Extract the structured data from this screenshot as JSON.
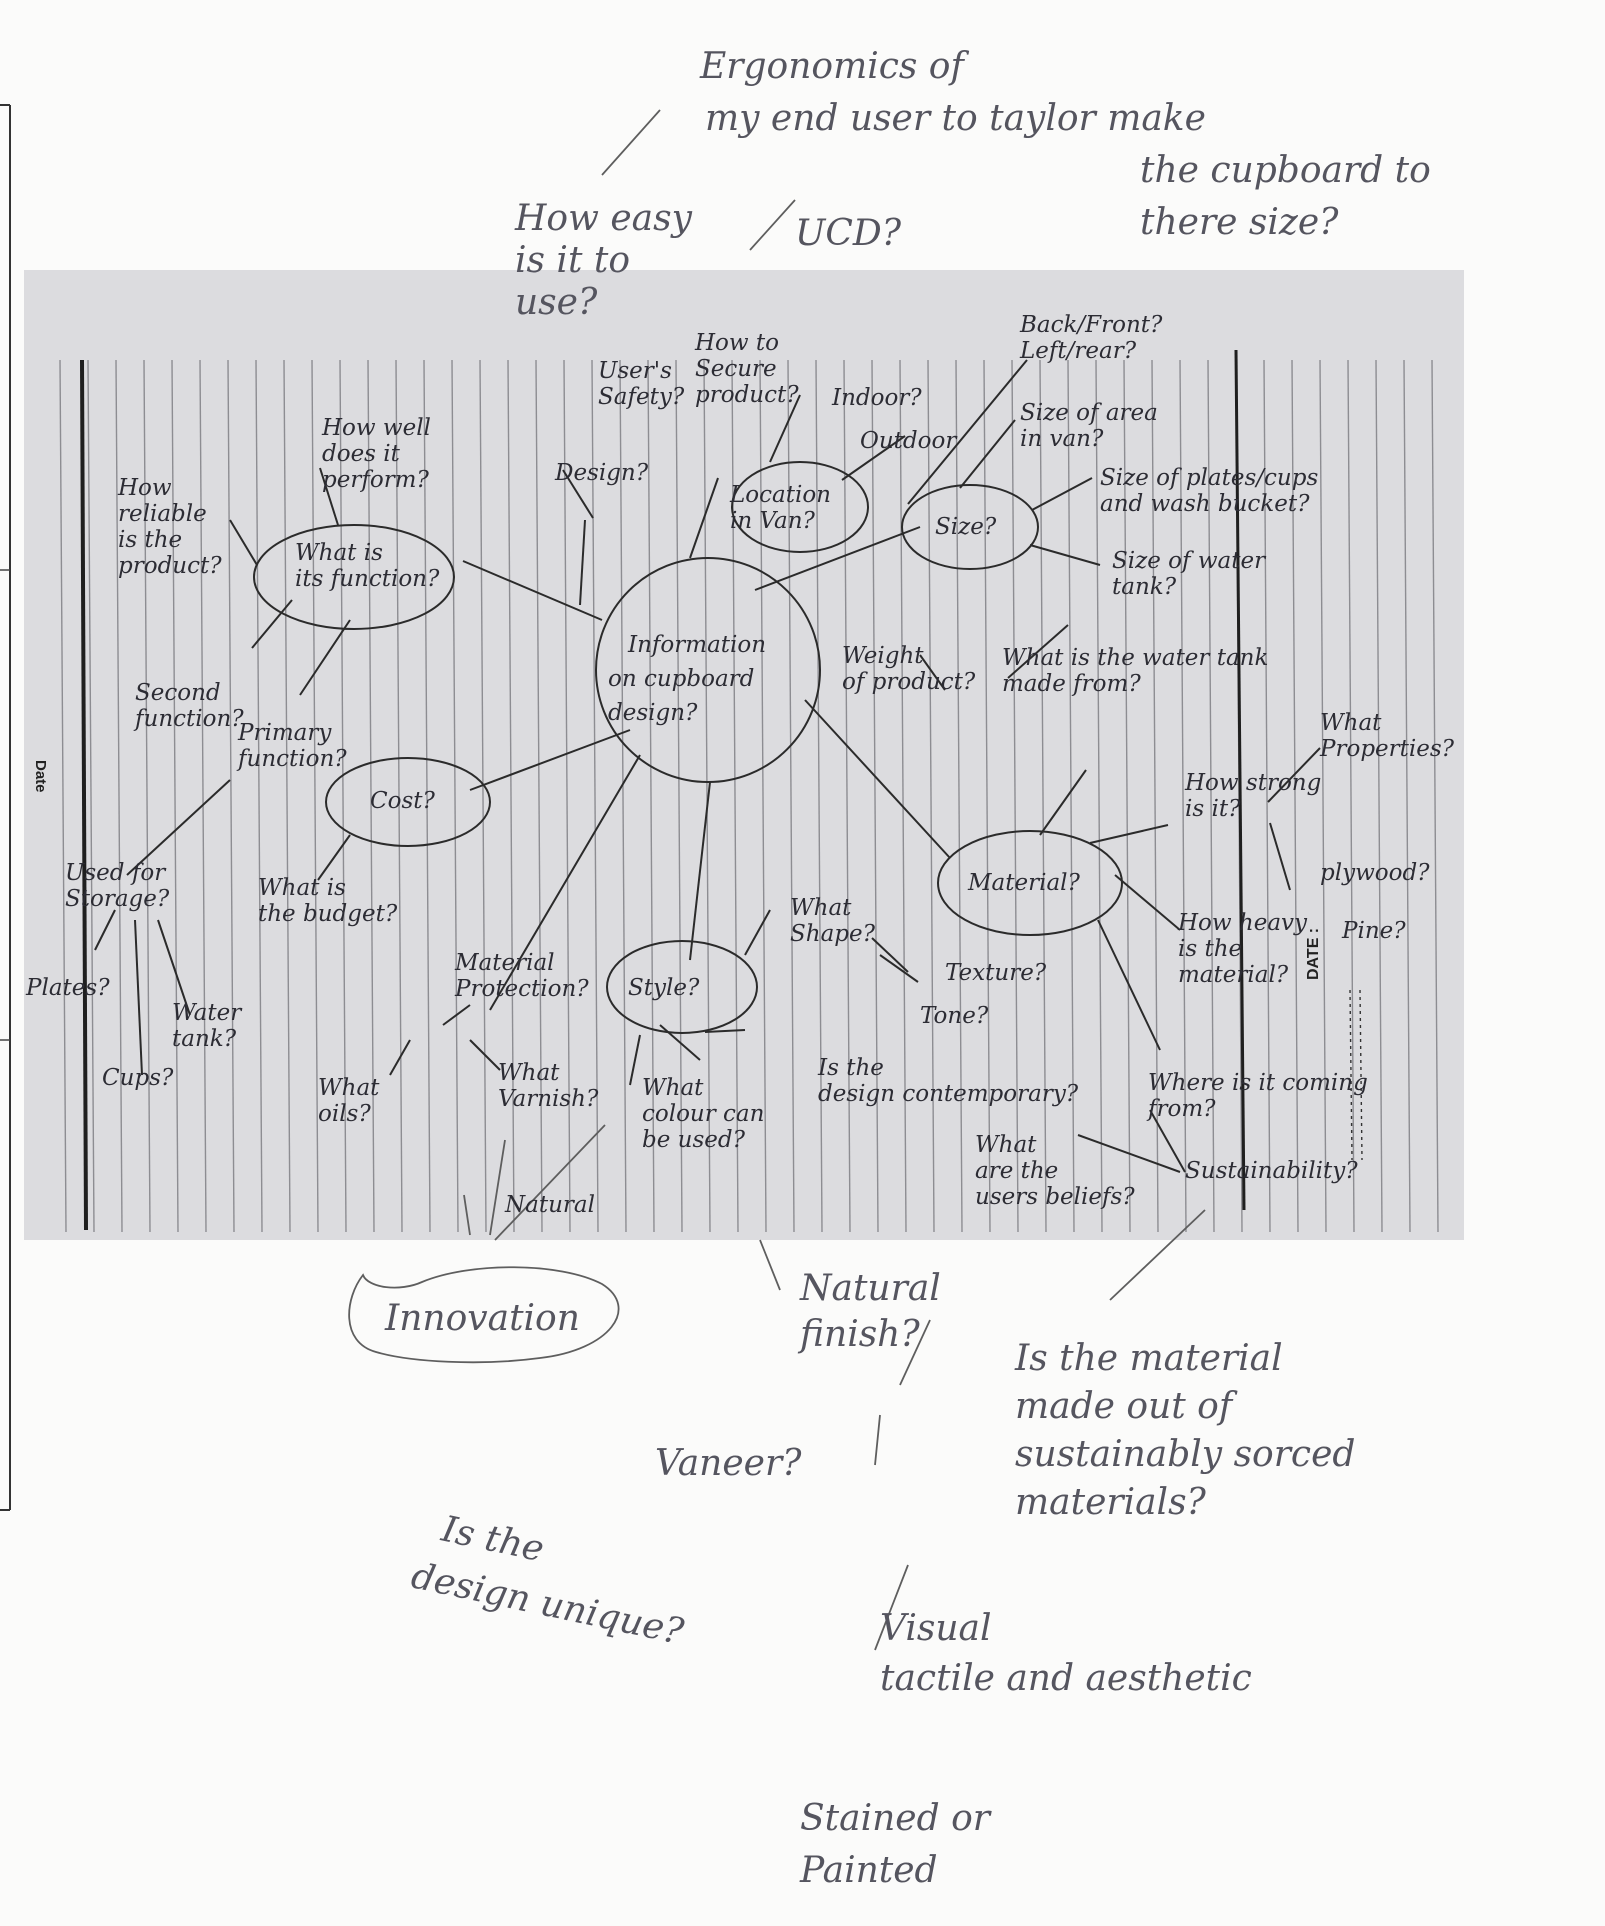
{
  "mindmap": {
    "center": [
      "Information",
      "on cupboard",
      "design?"
    ],
    "photo_nodes": [
      {
        "id": "design",
        "text": [
          "Design?"
        ]
      },
      {
        "id": "users-safety",
        "text": [
          "User's",
          "Safety?"
        ]
      },
      {
        "id": "secure-product",
        "text": [
          "How to",
          "Secure",
          "product?"
        ]
      },
      {
        "id": "location",
        "text": [
          "Location",
          "in Van?"
        ]
      },
      {
        "id": "indoor",
        "text": [
          "Indoor?"
        ]
      },
      {
        "id": "outdoor",
        "text": [
          "Outdoor"
        ]
      },
      {
        "id": "back-front",
        "text": [
          "Back/Front?",
          "Left/rear?"
        ]
      },
      {
        "id": "size-area",
        "text": [
          "Size of area",
          "in van?"
        ]
      },
      {
        "id": "size",
        "text": [
          "Size?"
        ]
      },
      {
        "id": "size-plates",
        "text": [
          "Size of plates/cups",
          "and wash bucket?"
        ]
      },
      {
        "id": "size-water-tank",
        "text": [
          "Size of water",
          "tank?"
        ]
      },
      {
        "id": "water-tank-made",
        "text": [
          "What is the water tank",
          "made from?"
        ]
      },
      {
        "id": "weight",
        "text": [
          "Weight",
          "of product?"
        ]
      },
      {
        "id": "what-properties",
        "text": [
          "What",
          "Properties?"
        ]
      },
      {
        "id": "how-strong",
        "text": [
          "How strong",
          "is it?"
        ]
      },
      {
        "id": "plywood",
        "text": [
          "plywood?"
        ]
      },
      {
        "id": "pine",
        "text": [
          "Pine?"
        ]
      },
      {
        "id": "material",
        "text": [
          "Material?"
        ]
      },
      {
        "id": "how-heavy",
        "text": [
          "How heavy",
          "is the",
          "material?"
        ]
      },
      {
        "id": "where-from",
        "text": [
          "Where is it coming",
          "from?"
        ]
      },
      {
        "id": "sustainability",
        "text": [
          "Sustainability?"
        ]
      },
      {
        "id": "users-beliefs",
        "text": [
          "What",
          "are the",
          "users beliefs?"
        ]
      },
      {
        "id": "function",
        "text": [
          "What is",
          "its function?"
        ]
      },
      {
        "id": "how-well",
        "text": [
          "How well",
          "does it",
          "perform?"
        ]
      },
      {
        "id": "how-reliable",
        "text": [
          "How",
          "reliable",
          "is the",
          "product?"
        ]
      },
      {
        "id": "second-function",
        "text": [
          "Second",
          "function?"
        ]
      },
      {
        "id": "primary-function",
        "text": [
          "Primary",
          "function?"
        ]
      },
      {
        "id": "used-storage",
        "text": [
          "Used for",
          "Storage?"
        ]
      },
      {
        "id": "plates",
        "text": [
          "Plates?"
        ]
      },
      {
        "id": "cups",
        "text": [
          "Cups?"
        ]
      },
      {
        "id": "water-tank",
        "text": [
          "Water",
          "tank?"
        ]
      },
      {
        "id": "cost",
        "text": [
          "Cost?"
        ]
      },
      {
        "id": "budget",
        "text": [
          "What is",
          "the budget?"
        ]
      },
      {
        "id": "material-protection",
        "text": [
          "Material",
          "Protection?"
        ]
      },
      {
        "id": "oils",
        "text": [
          "What",
          "oils?"
        ]
      },
      {
        "id": "varnish",
        "text": [
          "What",
          "Varnish?"
        ]
      },
      {
        "id": "natural",
        "text": [
          "Natural"
        ]
      },
      {
        "id": "style",
        "text": [
          "Style?"
        ]
      },
      {
        "id": "shape",
        "text": [
          "What",
          "Shape?"
        ]
      },
      {
        "id": "texture",
        "text": [
          "Texture?"
        ]
      },
      {
        "id": "tone",
        "text": [
          "Tone?"
        ]
      },
      {
        "id": "contemporary",
        "text": [
          "Is the",
          "design contemporary?"
        ]
      },
      {
        "id": "colour",
        "text": [
          "What",
          "colour can",
          "be used?"
        ]
      }
    ],
    "pencil_notes": [
      {
        "id": "ergonomics",
        "text": [
          "Ergonomics of",
          "my end user to taylor make",
          "the cupboard to",
          "there size?"
        ]
      },
      {
        "id": "how-easy",
        "text": [
          "How easy",
          "is it to",
          "use?"
        ]
      },
      {
        "id": "ucd",
        "text": [
          "UCD?"
        ]
      },
      {
        "id": "innovation",
        "text": [
          "Innovation"
        ]
      },
      {
        "id": "design-unique",
        "text": [
          "Is the",
          "design unique?"
        ]
      },
      {
        "id": "natural-finish",
        "text": [
          "Natural",
          "finish?"
        ]
      },
      {
        "id": "vaneer",
        "text": [
          "Vaneer?"
        ]
      },
      {
        "id": "visual",
        "text": [
          "Visual",
          "tactile and aesthetic"
        ]
      },
      {
        "id": "stained",
        "text": [
          "Stained or",
          "Painted"
        ]
      },
      {
        "id": "sustainable-material",
        "text": [
          "Is the material",
          "made out of",
          "sustainably sorced",
          "materials?"
        ]
      }
    ],
    "sheet_labels": {
      "date": "DATE :",
      "side_mark": "Date"
    }
  }
}
